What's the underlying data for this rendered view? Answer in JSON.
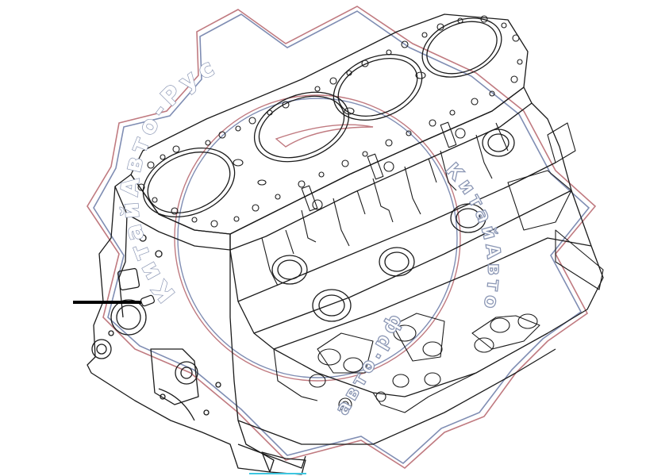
{
  "watermark": {
    "text_top": "КитайАвто-Рус",
    "text_right": "КитайАвто",
    "text_bottom": "авто.рф",
    "colors": {
      "outline_red": "#c07a80",
      "outline_blue": "#7f8db3"
    }
  },
  "drawing": {
    "subject": "engine cylinder block line drawing",
    "line_color": "#1b1b1b",
    "pointer_color": "#000000",
    "baseline_color": "#3ec6e0"
  }
}
